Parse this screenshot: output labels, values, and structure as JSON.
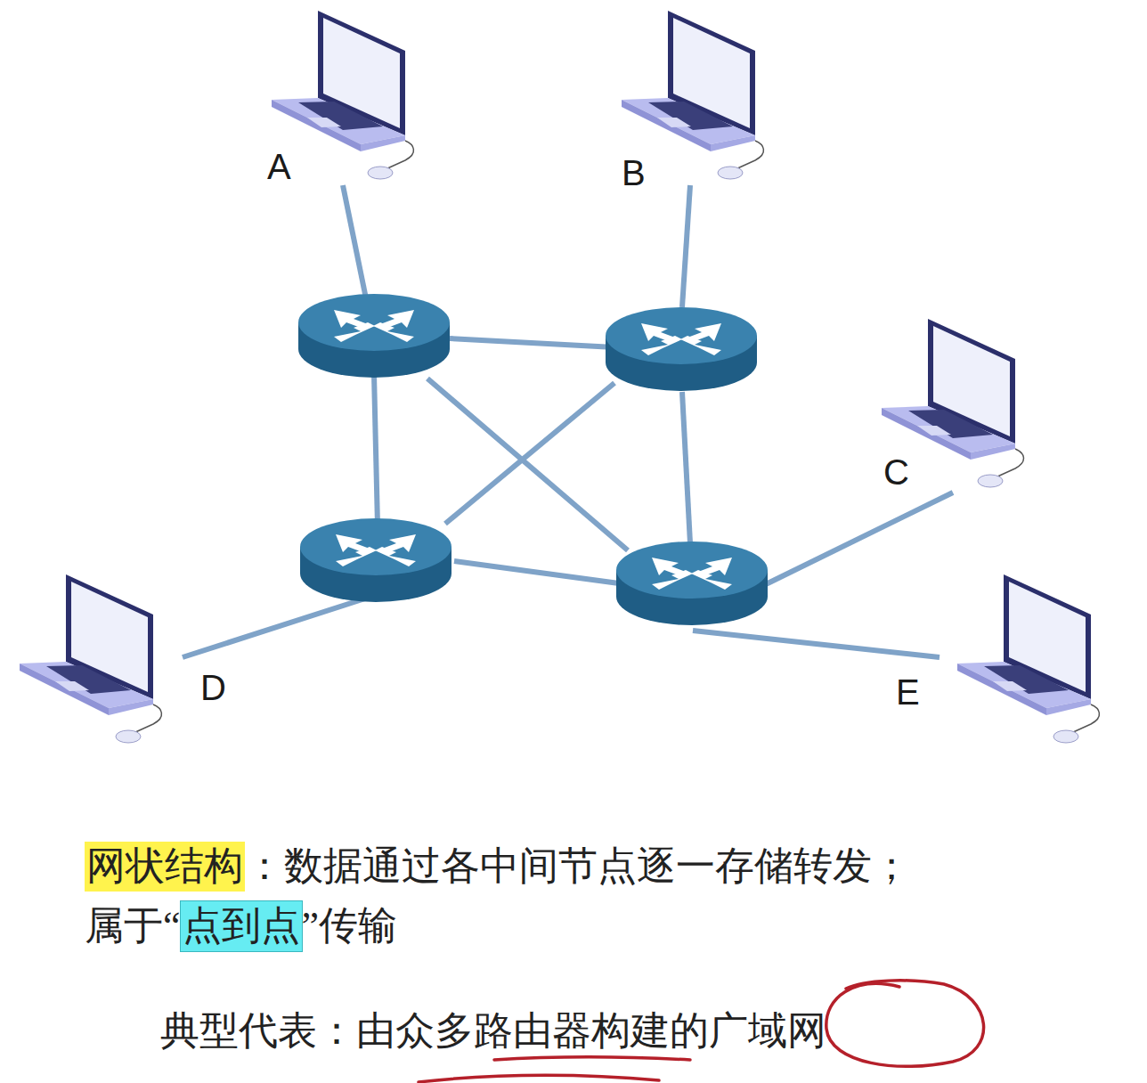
{
  "diagram": {
    "labels": [
      "A",
      "B",
      "C",
      "D",
      "E",
      "网状结构",
      "：数据通过各中间节点逐一存储转发；",
      "属于“",
      "点到点",
      "”传输",
      "典型代表：由众多路由器构建的广域网"
    ]
  }
}
